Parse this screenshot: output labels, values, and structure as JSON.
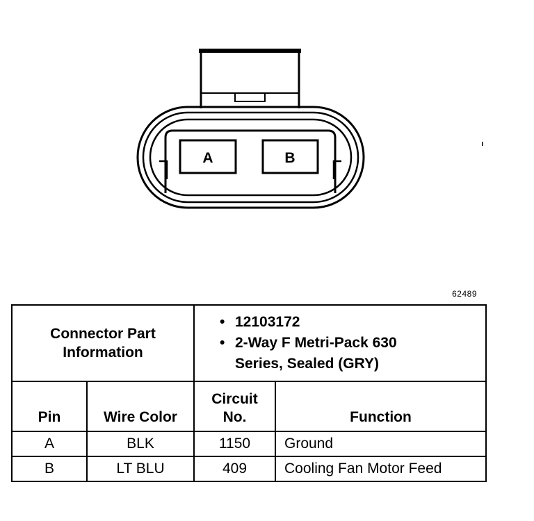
{
  "connector": {
    "pin_labels": [
      "A",
      "B"
    ]
  },
  "figure_number": "62489",
  "part_info": {
    "label_line1": "Connector Part",
    "label_line2": "Information",
    "bullets": [
      {
        "line1": "12103172",
        "line2": ""
      },
      {
        "line1": "2-Way F Metri-Pack 630",
        "line2": "Series, Sealed (GRY)"
      }
    ]
  },
  "table": {
    "headers": {
      "pin": "Pin",
      "wire_color": "Wire Color",
      "circuit_line1": "Circuit",
      "circuit_line2": "No.",
      "function": "Function"
    },
    "rows": [
      {
        "pin": "A",
        "wire_color": "BLK",
        "circuit": "1150",
        "function": "Ground"
      },
      {
        "pin": "B",
        "wire_color": "LT BLU",
        "circuit": "409",
        "function": "Cooling Fan Motor Feed"
      }
    ]
  }
}
